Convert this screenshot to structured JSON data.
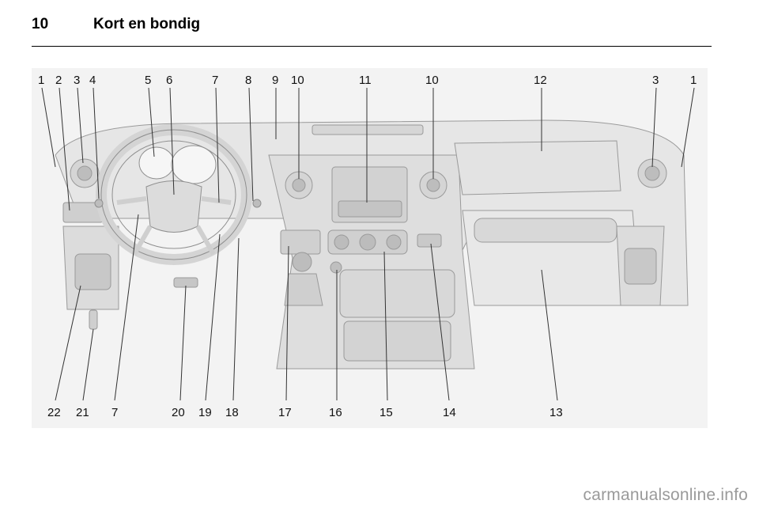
{
  "header": {
    "page_number": "10",
    "title": "Kort en bondig"
  },
  "callouts_top": [
    "1",
    "2",
    "3",
    "4",
    "5",
    "6",
    "7",
    "8",
    "9",
    "10",
    "11",
    "10",
    "12",
    "3",
    "1"
  ],
  "callouts_bottom": [
    "22",
    "21",
    "7",
    "20",
    "19",
    "18",
    "17",
    "16",
    "15",
    "14",
    "13"
  ],
  "watermark": "carmanualsonline.info",
  "colors": {
    "panel": "#e4e4e4",
    "panel_dark": "#c9c9c9",
    "line": "#8a8a8a"
  }
}
